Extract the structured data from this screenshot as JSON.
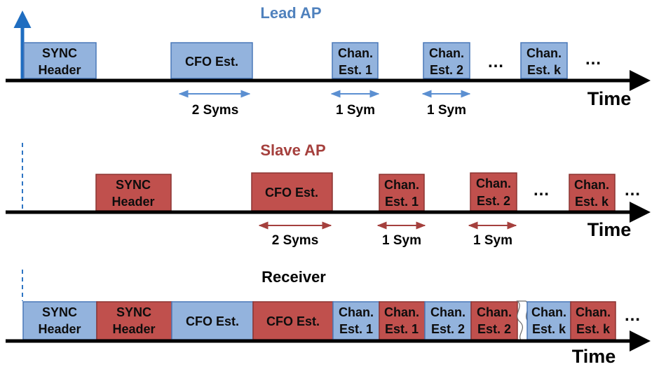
{
  "colors": {
    "blue_fill": "#93B3DD",
    "blue_stroke": "#4A78B8",
    "red_fill": "#C0504D",
    "red_stroke": "#8C3432",
    "lead_title": "#4F81BD",
    "slave_title": "#A5403D",
    "receiver_title": "#000000",
    "blue_arrow": "#5B8FD1",
    "red_arrow": "#A5403D",
    "axis": "#000000",
    "up_arrow": "#1F6DC0",
    "dashed": "#2E75C4"
  },
  "rows": [
    {
      "title": "Lead AP",
      "time_label": "Time",
      "blocks": [
        {
          "lines": [
            "SYNC",
            "Header"
          ],
          "color": "blue"
        },
        {
          "lines": [
            "CFO Est."
          ],
          "color": "blue"
        },
        {
          "lines": [
            "Chan.",
            "Est. 1"
          ],
          "color": "blue"
        },
        {
          "lines": [
            "Chan.",
            "Est. 2"
          ],
          "color": "blue"
        },
        {
          "lines": [
            "Chan.",
            "Est. k"
          ],
          "color": "blue"
        }
      ],
      "ellipses": [
        "…",
        "…"
      ],
      "durations": [
        "2 Syms",
        "1 Sym",
        "1 Sym"
      ]
    },
    {
      "title": "Slave AP",
      "time_label": "Time",
      "blocks": [
        {
          "lines": [
            "SYNC",
            "Header"
          ],
          "color": "red"
        },
        {
          "lines": [
            "CFO Est."
          ],
          "color": "red"
        },
        {
          "lines": [
            "Chan.",
            "Est. 1"
          ],
          "color": "red"
        },
        {
          "lines": [
            "Chan.",
            "Est. 2"
          ],
          "color": "red"
        },
        {
          "lines": [
            "Chan.",
            "Est. k"
          ],
          "color": "red"
        }
      ],
      "ellipses": [
        "…",
        "…"
      ],
      "durations": [
        "2 Syms",
        "1 Sym",
        "1 Sym"
      ]
    },
    {
      "title": "Receiver",
      "time_label": "Time",
      "blocks": [
        {
          "lines": [
            "SYNC",
            "Header"
          ],
          "color": "blue"
        },
        {
          "lines": [
            "SYNC",
            "Header"
          ],
          "color": "red"
        },
        {
          "lines": [
            "CFO Est."
          ],
          "color": "blue"
        },
        {
          "lines": [
            "CFO Est."
          ],
          "color": "red"
        },
        {
          "lines": [
            "Chan.",
            "Est. 1"
          ],
          "color": "blue"
        },
        {
          "lines": [
            "Chan.",
            "Est. 1"
          ],
          "color": "red"
        },
        {
          "lines": [
            "Chan.",
            "Est. 2"
          ],
          "color": "blue"
        },
        {
          "lines": [
            "Chan.",
            "Est. 2"
          ],
          "color": "red"
        },
        {
          "lines": [
            "Chan.",
            "Est. k"
          ],
          "color": "blue"
        },
        {
          "lines": [
            "Chan.",
            "Est. k"
          ],
          "color": "red"
        }
      ],
      "ellipses": [
        "…"
      ],
      "durations": []
    }
  ]
}
